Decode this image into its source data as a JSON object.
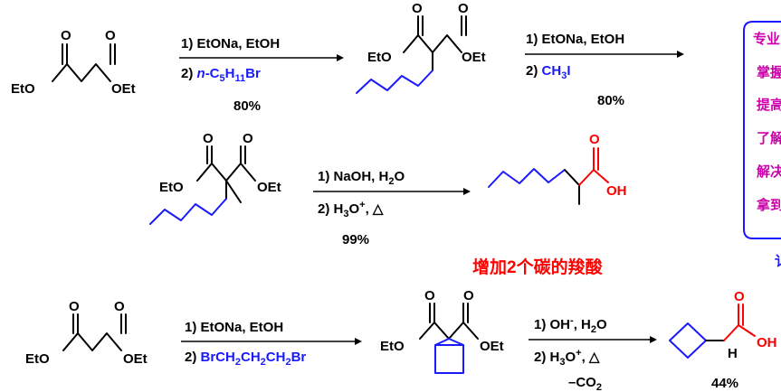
{
  "scheme1": {
    "start": {
      "left_O": "O",
      "right_O": "O",
      "left_ester": "EtO",
      "right_ester": "OEt"
    },
    "arrow1": {
      "step1": "1) EtONa, EtOH",
      "step2_prefix": "2) ",
      "step2_reagent_italic": "n",
      "step2_reagent": "-C",
      "sub5": "5",
      "h": "H",
      "sub11": "11",
      "br": "Br",
      "yield": "80%"
    },
    "intermediate": {
      "left_O": "O",
      "right_O": "O",
      "left_ester": "EtO",
      "right_ester": "OEt"
    },
    "arrow2": {
      "step1": "1) EtONa, EtOH",
      "step2_prefix": "2) ",
      "step2_reagent": "CH",
      "sub3": "3",
      "i": "I",
      "yield": "80%"
    }
  },
  "scheme2": {
    "start": {
      "left_O": "O",
      "right_O": "O",
      "left_ester": "EtO",
      "right_ester": "OEt"
    },
    "arrow": {
      "step1": "1) NaOH, H",
      "step1_sub": "2",
      "step1_end": "O",
      "step2": "2) H",
      "step2_sub": "3",
      "step2_o": "O",
      "step2_sup": "+",
      "step2_end": ", △",
      "yield": "99%"
    },
    "product": {
      "O": "O",
      "OH": "OH"
    },
    "caption": "增加2个碳的羧酸"
  },
  "scheme3": {
    "start": {
      "left_O": "O",
      "right_O": "O",
      "left_ester": "EtO",
      "right_ester": "OEt"
    },
    "arrow1": {
      "step1": "1) EtONa, EtOH",
      "step2_prefix": "2) ",
      "r1": "BrCH",
      "s1": "2",
      "r2": "CH",
      "s2": "2",
      "r3": "CH",
      "s3": "2",
      "r4": "Br"
    },
    "intermediate": {
      "left_O": "O",
      "right_O": "O",
      "left_ester": "EtO",
      "right_ester": "OEt"
    },
    "arrow2": {
      "step1": "1) OH",
      "step1_sup": "-",
      "step1_end": ", H",
      "step1_sub": "2",
      "step1_o": "O",
      "step2": "2) H",
      "step2_sub": "3",
      "step2_o": "O",
      "step2_sup": "+",
      "step2_end": ", △",
      "minus_co2": "–CO",
      "co2_sub": "2"
    },
    "product": {
      "O": "O",
      "OH": "OH",
      "H": "H",
      "yield": "44%"
    }
  },
  "sidebar": {
    "items": [
      "专业",
      "掌握",
      "提高",
      "了解",
      "解决",
      "拿到"
    ],
    "footer": "讠"
  },
  "colors": {
    "blue": "#1a1aff",
    "red": "#ff0000",
    "magenta": "#cc00aa",
    "black": "#000000"
  }
}
